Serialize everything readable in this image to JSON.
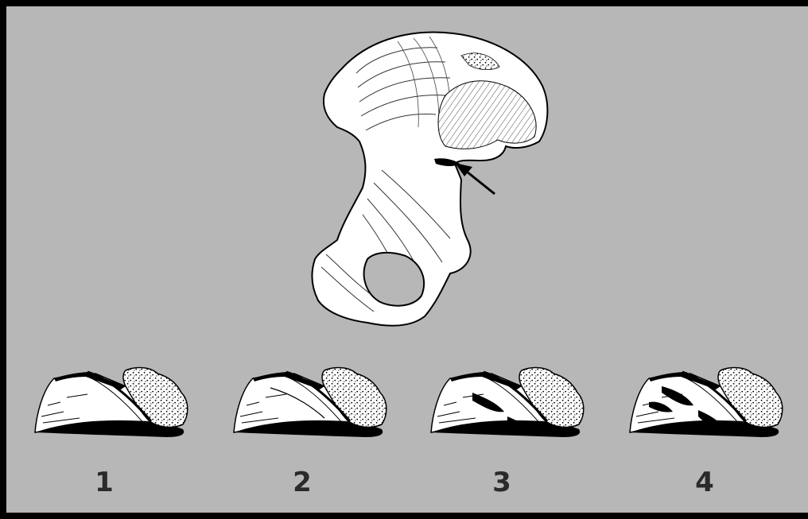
{
  "figure": {
    "stage_labels": [
      "1",
      "2",
      "3",
      "4"
    ],
    "colors": {
      "background": "#b7b7b7",
      "frame": "#000000",
      "bone": "#ffffff",
      "ink": "#000000",
      "label": "#2a2a2a"
    },
    "icons": [
      "pelvis-bone-illustration",
      "pointer-arrow-icon",
      "bone-section-illustration"
    ]
  }
}
